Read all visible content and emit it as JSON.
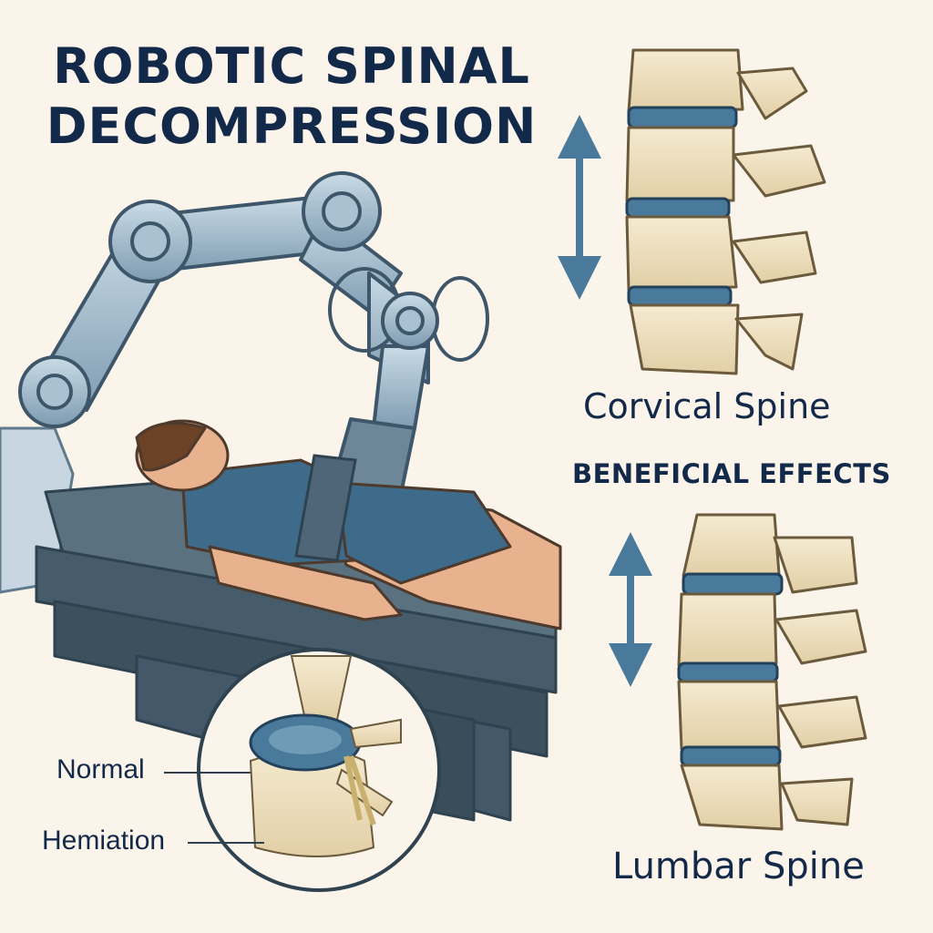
{
  "title": {
    "line1": "ROBOTIC SPINAL",
    "line2": "DECOMPRESSION"
  },
  "labels": {
    "cervical": "Corvical Spine",
    "beneficial": "BENEFICIAL EFFECTS",
    "lumbar": "Lumbar Spine",
    "normal": "Normal",
    "herniation": "Hemiation"
  },
  "colors": {
    "background": "#fbf4ea",
    "title": "#13294a",
    "robot_steel": "#9fb8c9",
    "table": "#4d6473",
    "patient_shirt": "#3e6b8a",
    "skin": "#e9b28e",
    "bone": "#eee0bf",
    "disc": "#4a7a9b",
    "arrow": "#4a7a9b"
  },
  "icons": {
    "arrows": "double-headed-vertical-arrow"
  }
}
